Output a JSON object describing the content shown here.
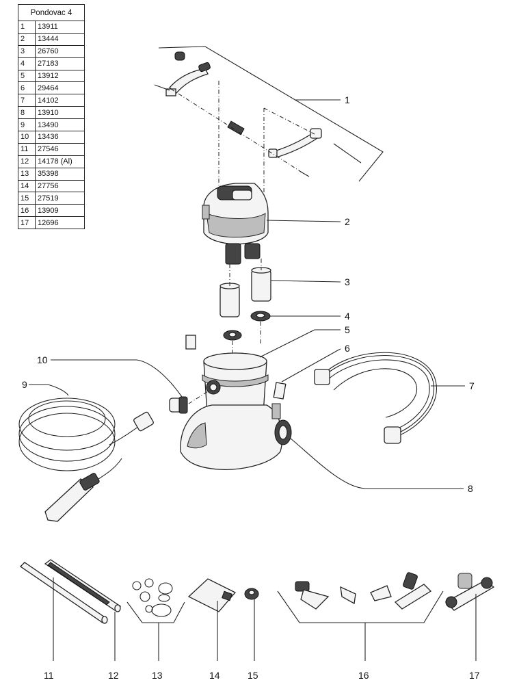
{
  "table": {
    "title": "Pondovac 4",
    "rows": [
      {
        "num": "1",
        "code": "13911"
      },
      {
        "num": "2",
        "code": "13444"
      },
      {
        "num": "3",
        "code": "26760"
      },
      {
        "num": "4",
        "code": "27183"
      },
      {
        "num": "5",
        "code": "13912"
      },
      {
        "num": "6",
        "code": "29464"
      },
      {
        "num": "7",
        "code": "14102"
      },
      {
        "num": "8",
        "code": "13910"
      },
      {
        "num": "9",
        "code": "13490"
      },
      {
        "num": "10",
        "code": "13436"
      },
      {
        "num": "11",
        "code": "27546"
      },
      {
        "num": "12",
        "code": "14178 (Al)"
      },
      {
        "num": "13",
        "code": "35398"
      },
      {
        "num": "14",
        "code": "27756"
      },
      {
        "num": "15",
        "code": "27519"
      },
      {
        "num": "16",
        "code": "13909"
      },
      {
        "num": "17",
        "code": "12696"
      }
    ]
  },
  "callouts": {
    "c1": "1",
    "c2": "2",
    "c3": "3",
    "c4": "4",
    "c5": "5",
    "c6": "6",
    "c7": "7",
    "c8": "8",
    "c9": "9",
    "c10": "10",
    "c11": "11",
    "c12": "12",
    "c13": "13",
    "c14": "14",
    "c15": "15",
    "c16": "16",
    "c17": "17"
  }
}
